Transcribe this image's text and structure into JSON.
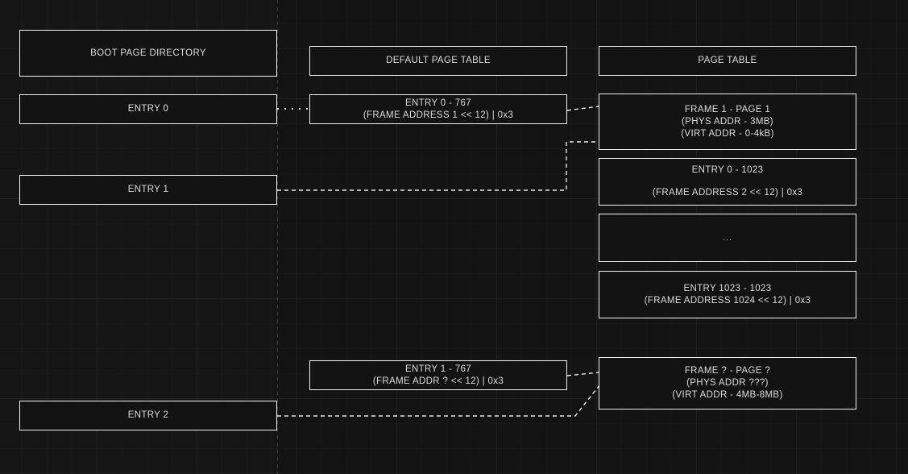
{
  "diagram": {
    "title": "Paging structures diagram",
    "background_color": "#141414",
    "stroke_color": "#f2f2f2",
    "text_color": "#dcdcdc"
  },
  "columns": {
    "boot_page_directory": {
      "header": "BOOT PAGE DIRECTORY",
      "entries": [
        "ENTRY 0",
        "ENTRY 1",
        "ENTRY 2"
      ]
    },
    "default_page_table": {
      "header": "DEFAULT PAGE TABLE",
      "entries": [
        {
          "line1": "ENTRY 0 - 767",
          "line2": "(FRAME ADDRESS 1 << 12) | 0x3"
        },
        {
          "line1": "ENTRY 1 - 767",
          "line2": "(FRAME ADDR ? << 12)  | 0x3"
        }
      ]
    },
    "page_table": {
      "header": "PAGE TABLE",
      "entries": [
        {
          "line1": "FRAME 1 - PAGE 1",
          "line2": "(PHYS ADDR - 3MB)",
          "line3": "(VIRT ADDR - 0-4kB)"
        },
        {
          "line1": "ENTRY 0 - 1023",
          "line2": "(FRAME ADDRESS 2 << 12) | 0x3"
        },
        {
          "line1": "..."
        },
        {
          "line1": "ENTRY 1023 - 1023",
          "line2": "(FRAME ADDRESS 1024 << 12) | 0x3"
        },
        {
          "line1": "FRAME ? - PAGE ?",
          "line2": "(PHYS ADDR ???)",
          "line3": "(VIRT ADDR - 4MB-8MB)"
        }
      ]
    }
  },
  "connectors": [
    {
      "name": "entry0-to-default-entry0",
      "style": "dotted"
    },
    {
      "name": "default-entry0-to-frame1",
      "style": "dashed"
    },
    {
      "name": "entry1-to-frame1",
      "style": "dashed"
    },
    {
      "name": "default-entry1-to-frame-unknown",
      "style": "dashed"
    },
    {
      "name": "entry2-to-frame-unknown",
      "style": "dashed"
    }
  ]
}
